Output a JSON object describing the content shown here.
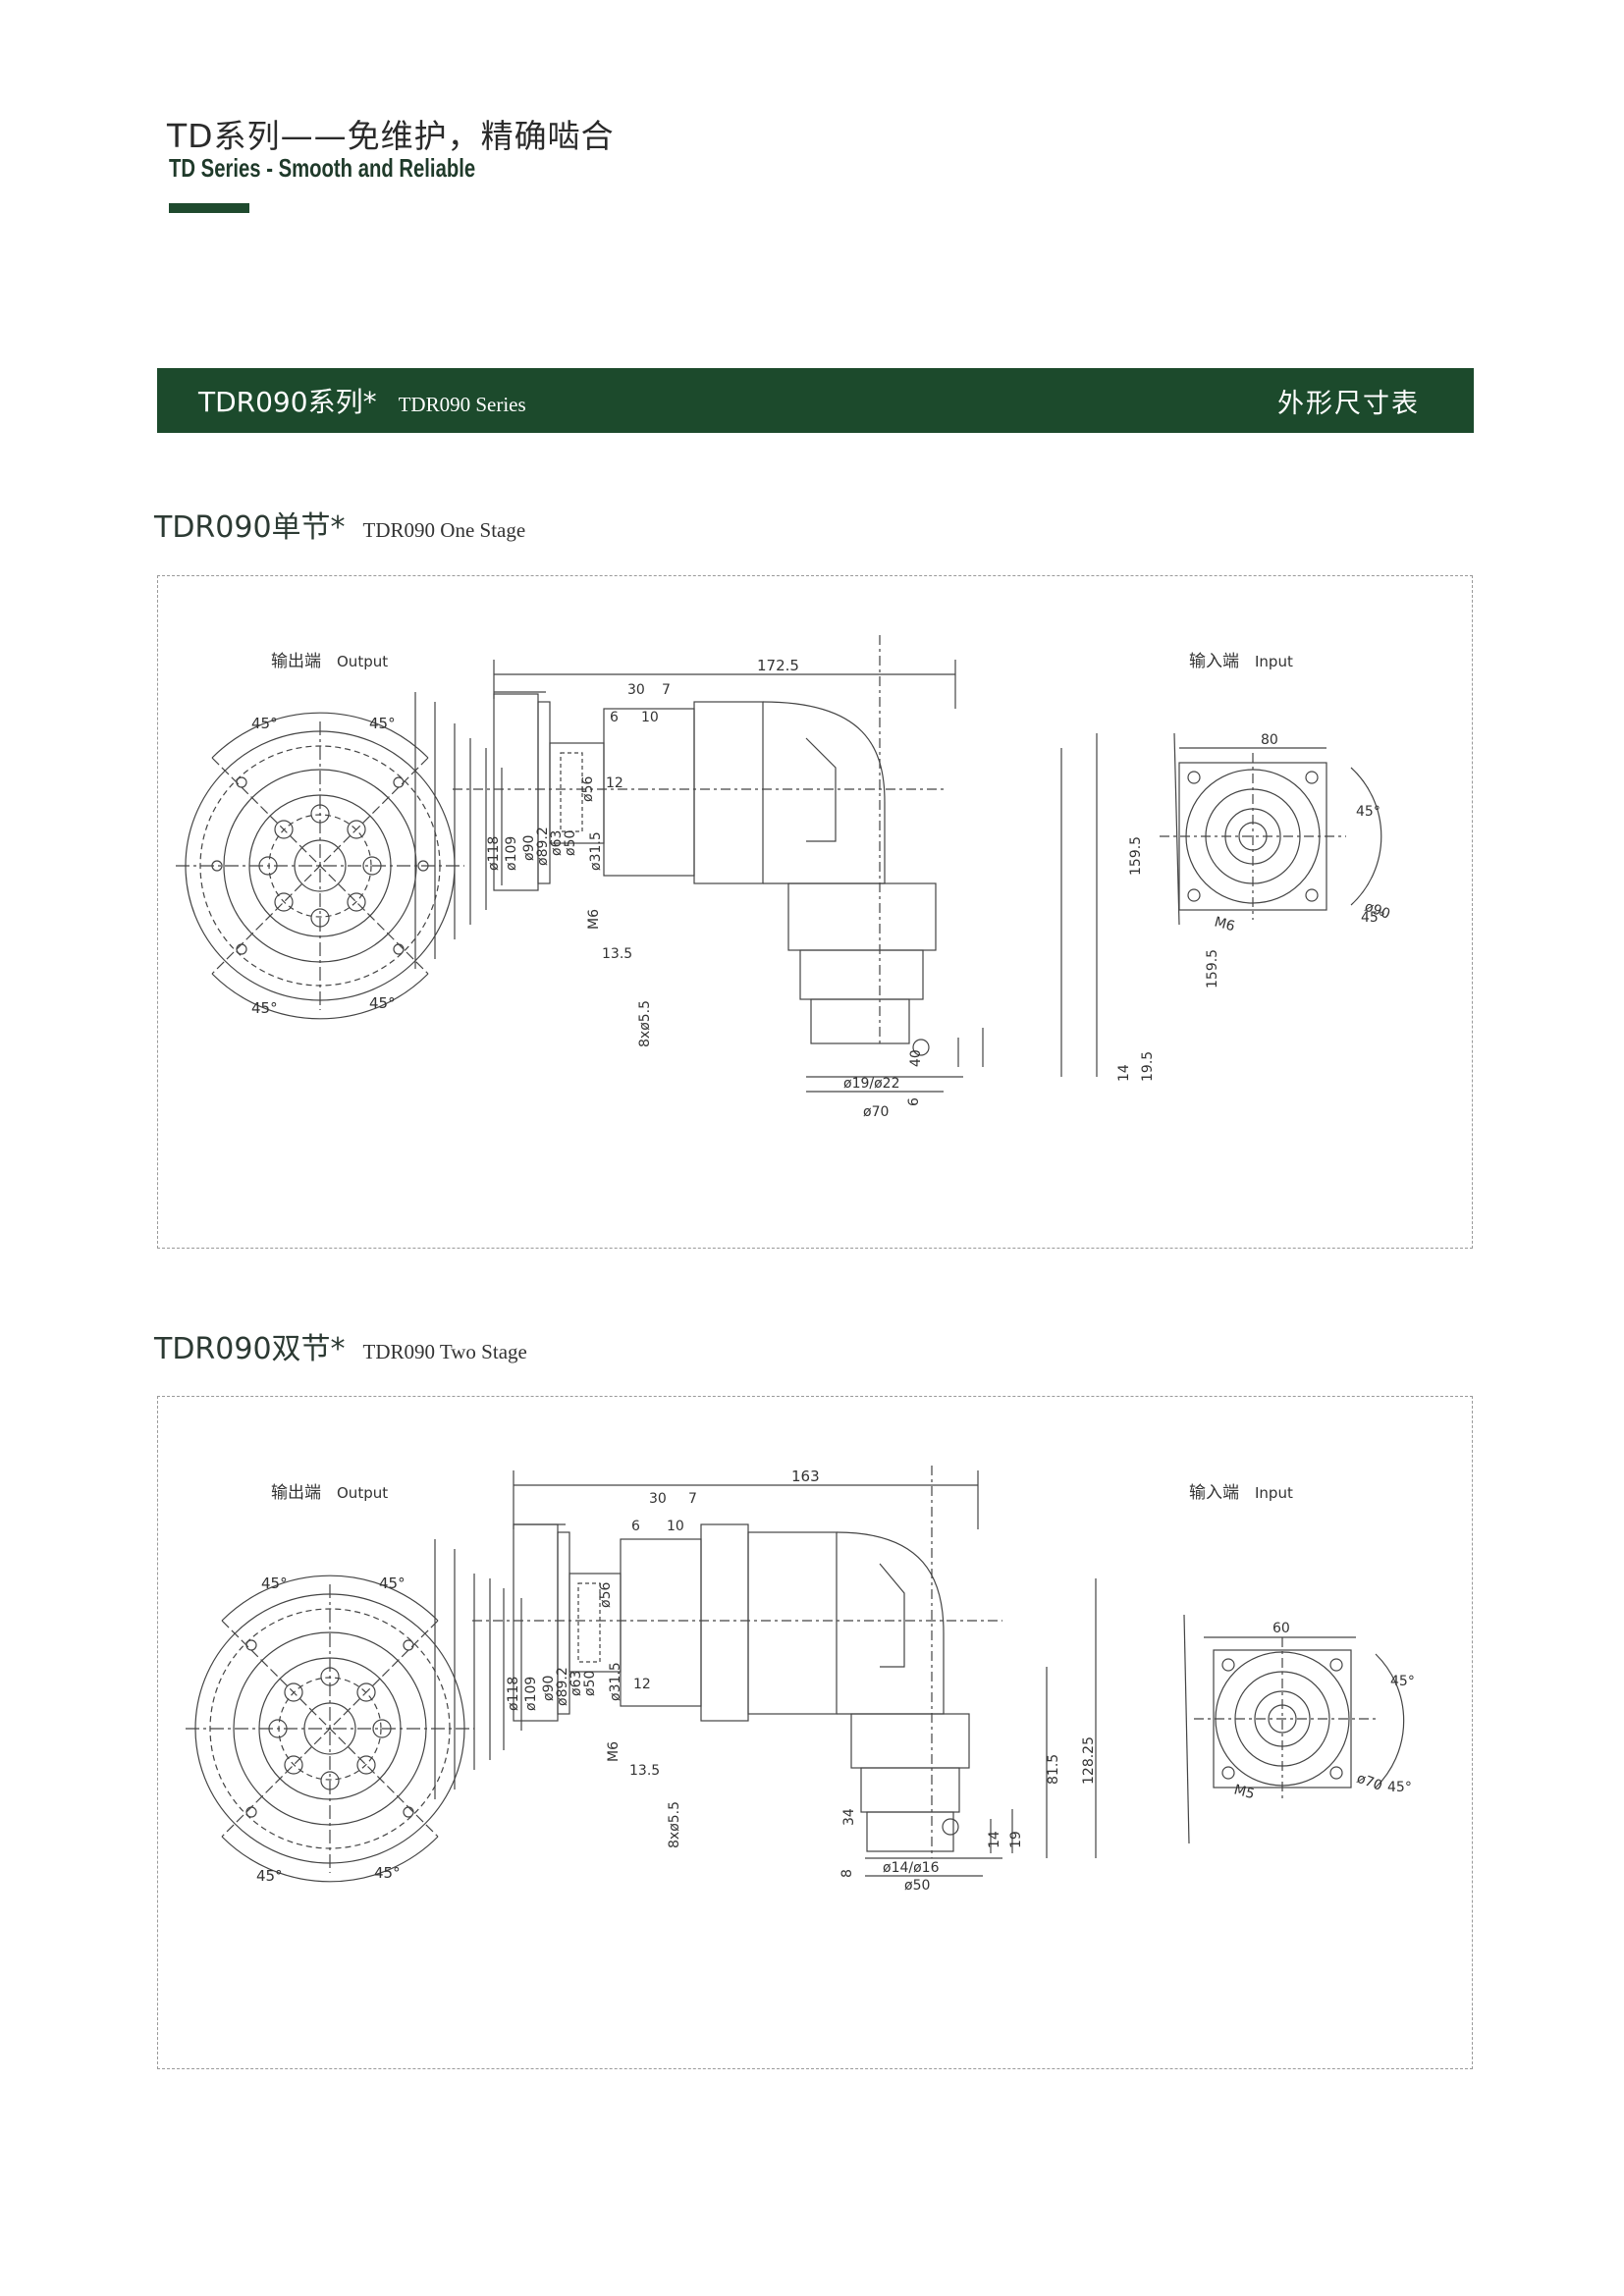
{
  "header": {
    "title_cn": "TD系列——免维护，精确啮合",
    "title_en": "TD Series - Smooth and Reliable",
    "accent_color": "#1f4a2e"
  },
  "banner": {
    "series_cn": "TDR090系列*",
    "series_en": "TDR090 Series",
    "right_label": "外形尺寸表",
    "bg_color": "#1c4a2c"
  },
  "one_stage": {
    "title_cn": "TDR090单节*",
    "title_en": "TDR090 One Stage",
    "output_label": "输出端",
    "output_label_en": "Output",
    "input_label": "输入端",
    "input_label_en": "Input",
    "angles": [
      "45°",
      "45°",
      "45°",
      "45°"
    ],
    "input_angle_top": "45°",
    "input_angle_bottom": "45°",
    "dims": {
      "overall": "172.5",
      "d30": "30",
      "d7": "7",
      "d6": "6",
      "d10": "10",
      "dia118": "ø118",
      "dia109": "ø109",
      "dia90": "ø90",
      "dia89_2": "ø89.2",
      "dia63": "ø63",
      "dia50": "ø50",
      "dia56": "ø56",
      "dia31_5": "ø31.5",
      "d12": "12",
      "m6": "M6",
      "d13_5": "13.5",
      "holes": "8xø5.5",
      "h159_5a": "159.5",
      "h159_5b": "159.5",
      "d40": "40",
      "d6b": "6",
      "d14": "14",
      "d19_5": "19.5",
      "shaft": "ø19/ø22",
      "dia70": "ø70",
      "in_width": "80",
      "in_pcd": "ø90",
      "in_thread": "M6"
    }
  },
  "two_stage": {
    "title_cn": "TDR090双节*",
    "title_en": "TDR090 Two Stage",
    "output_label": "输出端",
    "output_label_en": "Output",
    "input_label": "输入端",
    "input_label_en": "Input",
    "angles": [
      "45°",
      "45°",
      "45°",
      "45°"
    ],
    "input_angle_top": "45°",
    "input_angle_bottom": "45°",
    "dims": {
      "overall": "163",
      "d30": "30",
      "d7": "7",
      "d6": "6",
      "d10": "10",
      "dia118": "ø118",
      "dia109": "ø109",
      "dia90": "ø90",
      "dia89_2": "ø89.2",
      "dia63": "ø63",
      "dia50": "ø50",
      "dia56": "ø56",
      "dia31_5": "ø31.5",
      "d12": "12",
      "m6": "M6",
      "d13_5": "13.5",
      "holes": "8xø5.5",
      "h81_5": "81.5",
      "h128_25": "128.25",
      "d34": "34",
      "d8": "8",
      "d14": "14",
      "d19": "19",
      "shaft": "ø14/ø16",
      "dia50b": "ø50",
      "in_width": "60",
      "in_pcd": "ø70",
      "in_thread": "M5"
    }
  }
}
